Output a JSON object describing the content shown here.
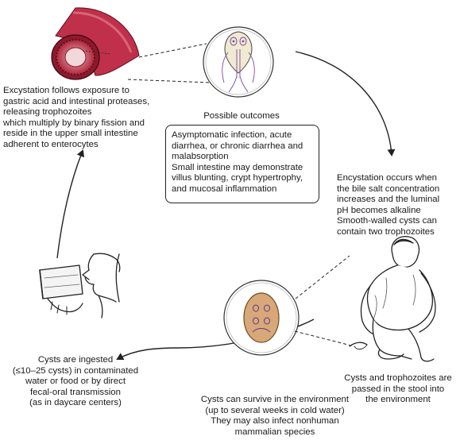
{
  "labels": {
    "excystation": "Excystation follows exposure to\ngastric acid and intestinal proteases,\nreleasing trophozoites\nwhich multiply by binary fission and\nreside in the upper small intestine\nadherent to enterocytes",
    "possible_outcomes": "Possible outcomes",
    "outcomes_box": "Asymptomatic infection, acute\ndiarrhea, or chronic diarrhea and\nmalabsorption\nSmall intestine may demonstrate\nvillus blunting, crypt hypertrophy,\nand mucosal inflammation",
    "encystation": "Encystation occurs when\nthe bile salt concentration\nincreases and the luminal\npH becomes alkaline\nSmooth-walled cysts can\ncontain two trophozoites",
    "passed": "Cysts and trophozoites are\npassed in the stool into\nthe environment",
    "survive": "Cysts can survive in the environment\n(up to several weeks in cold water)\nThey may also infect nonhuman\nmammalian species",
    "ingested": "Cysts are ingested\n(≤10–25 cysts) in contaminated\nwater or food or by direct\nfecal-oral transmission\n(as in daycare centers)"
  },
  "colors": {
    "intestine_outer": "#c0304a",
    "intestine_inner": "#f2d8d8",
    "cyst_fill": "#d9a878",
    "trophozoite_fill": "#f1ead2",
    "line": "#222222"
  },
  "icons": [
    "intestine-illustration",
    "trophozoite-illustration",
    "cyst-illustration",
    "drinking-person-illustration",
    "squatting-child-illustration"
  ]
}
